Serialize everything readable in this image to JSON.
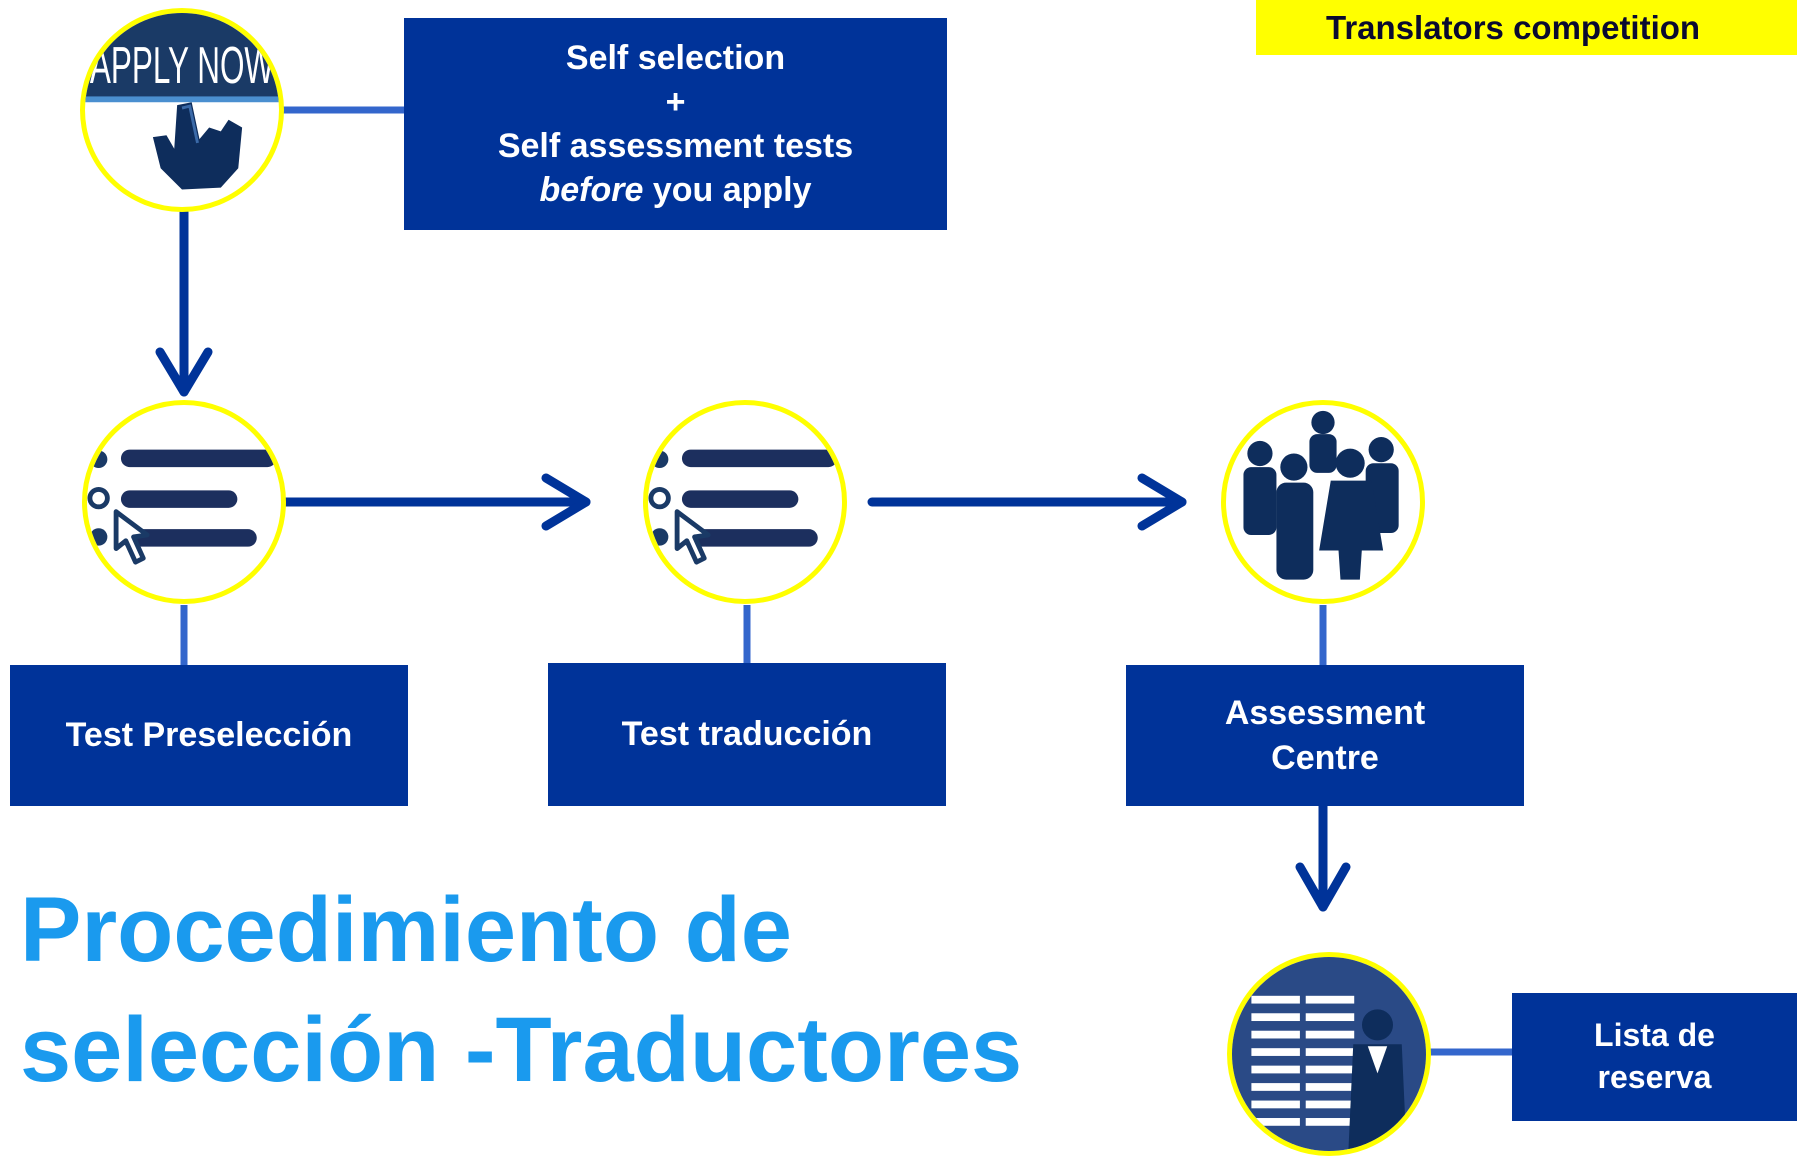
{
  "banner": {
    "text": "Translators competition"
  },
  "steps": {
    "self_selection": {
      "line1": "Self selection",
      "line2": "+",
      "line3": "Self assessment  tests",
      "line4_italic": "before",
      "line4_rest": " you apply"
    },
    "test_preseleccion": "Test Preselección",
    "test_traduccion": "Test traducción",
    "assessment_centre": {
      "line1": "Assessment",
      "line2": "Centre"
    },
    "lista_reserva": {
      "line1": "Lista de",
      "line2": "reserva"
    }
  },
  "icons": {
    "apply_now_text": "APPLY NOW",
    "apply_now": "apply-now-hand-icon",
    "test_form_1": "form-cursor-icon",
    "test_form_2": "form-cursor-icon",
    "assessment_group": "people-group-icon",
    "reserve_list": "list-person-icon"
  },
  "title": {
    "line1": "Procedimiento de",
    "line2": "selección -Traductores"
  },
  "colors": {
    "box": "#003399",
    "connector": "#003399",
    "thin_line": "#3366cc",
    "circle_border": "#ffff00",
    "banner_bg": "#ffff00",
    "title": "#1a9aee"
  }
}
